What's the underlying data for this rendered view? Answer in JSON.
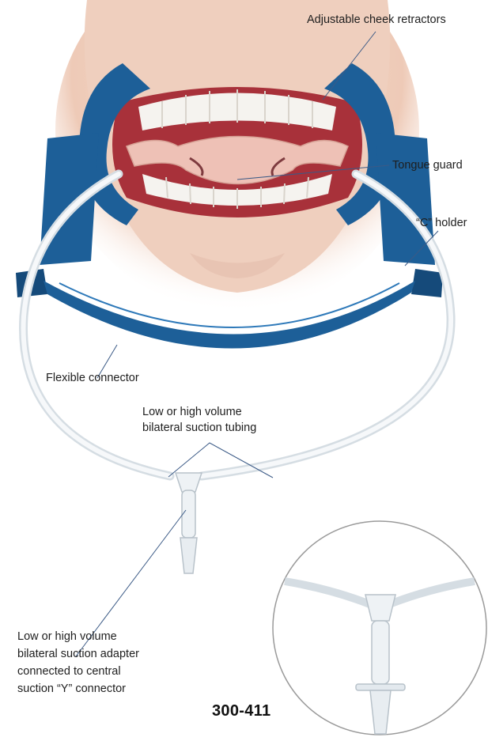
{
  "labels": {
    "cheek_retractors": "Adjustable cheek retractors",
    "tongue_guard": "Tongue guard",
    "c_holder": "“C” holder",
    "flexible_connector": "Flexible connector",
    "tubing_line1": "Low or high volume",
    "tubing_line2": "bilateral suction tubing",
    "adapter_line1": "Low or high volume",
    "adapter_line2": "bilateral suction adapter",
    "adapter_line3": "connected to central",
    "adapter_line4": "suction “Y” connector"
  },
  "product_code": "300-411",
  "colors": {
    "device_blue": "#1d5f98",
    "device_blue_dark": "#154a7a",
    "leader_line": "#3b5a86",
    "tubing": "#e9eef2",
    "skin": "#f1d2c2"
  }
}
